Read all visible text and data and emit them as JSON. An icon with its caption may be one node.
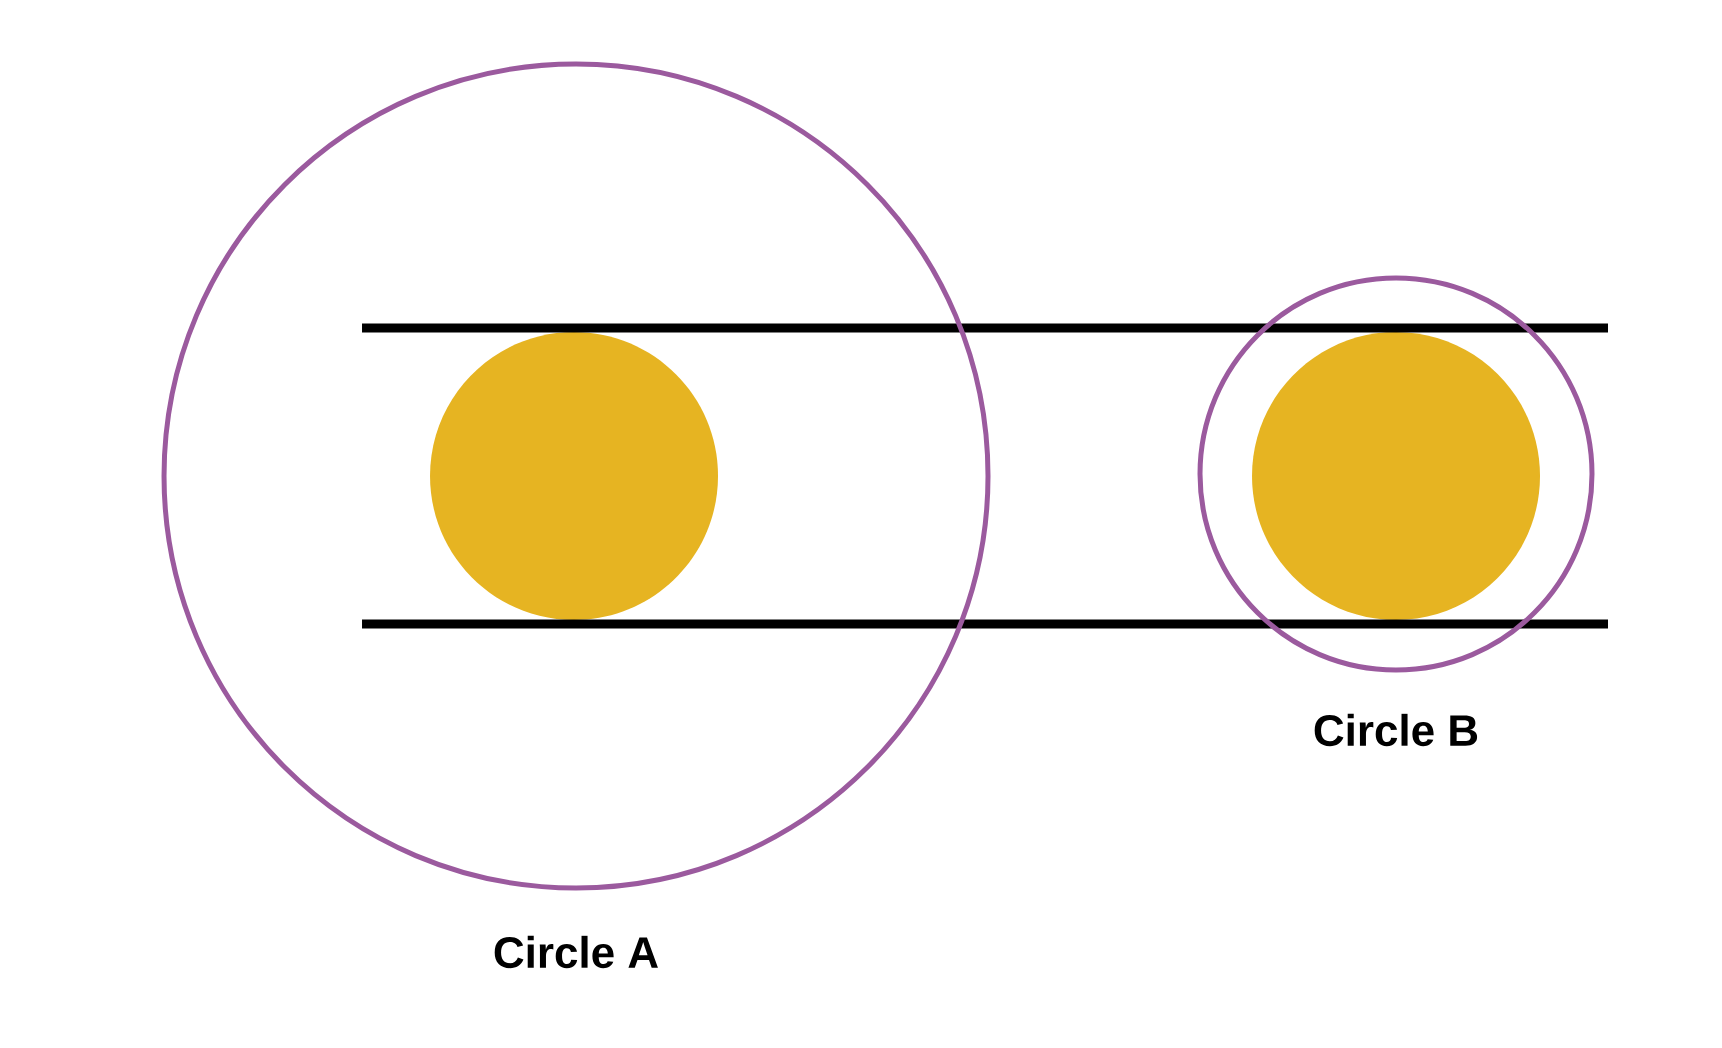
{
  "diagram": {
    "nodes": [
      {
        "text": [
          "Circle A"
        ]
      },
      {
        "text": [],
        "shape": "circle",
        "in": 0
      },
      {
        "text": [
          "Circle B"
        ]
      },
      {
        "text": [],
        "shape": "circle",
        "in": 2
      }
    ]
  }
}
